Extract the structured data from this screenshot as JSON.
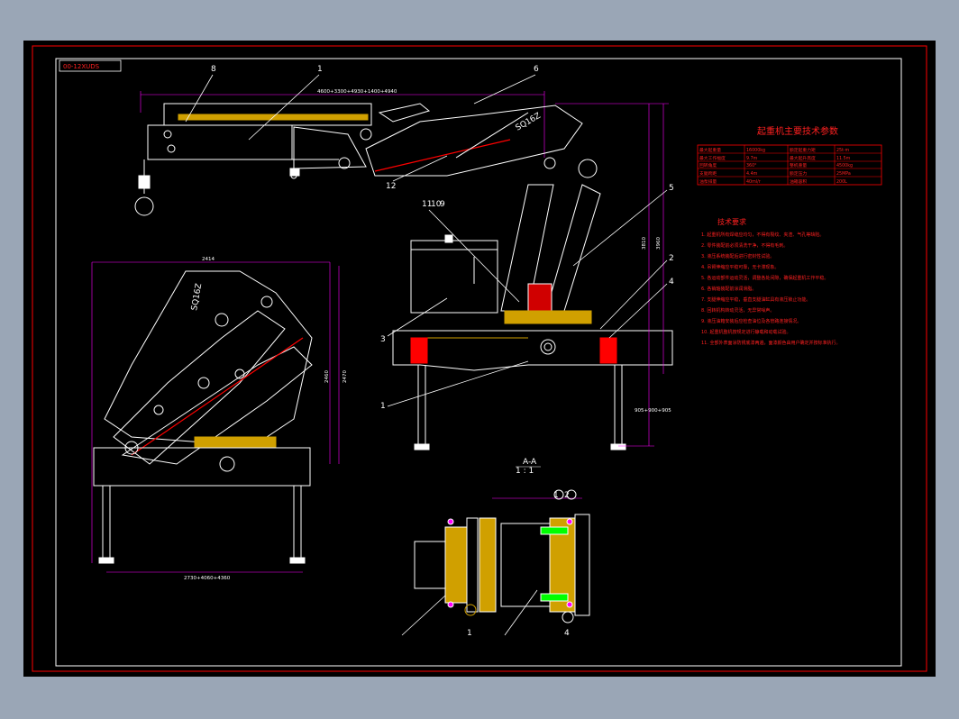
{
  "drawing": {
    "code_box": "00-12XUDS",
    "model_text_1": "SQ16Z",
    "model_text_2": "SQ16Z",
    "part_numbers": [
      "8",
      "1",
      "6",
      "12",
      "5",
      "2",
      "4",
      "1",
      "3",
      "11",
      "10",
      "9"
    ],
    "dims": {
      "top_span": "4600+3300+4930+1400+4940",
      "left_width": "2414",
      "left_base": "2730+4060+4360",
      "left_height_a": "2460",
      "left_height_b": "2470",
      "right_height_a": "3810",
      "right_height_b": "3960",
      "right_leg": "905+900+905"
    },
    "section": {
      "title": "A-A",
      "subtitle": "1 : 1",
      "labels": [
        "1",
        "2",
        "1",
        "4"
      ]
    }
  },
  "params": {
    "title": "起重机主要技术参数",
    "rows": [
      [
        "最大起重量",
        "16000kg",
        "额定起重力矩",
        "25t·m"
      ],
      [
        "最大工作幅度",
        "9.7m",
        "最大起升高度",
        "11.5m"
      ],
      [
        "回转角度",
        "360°",
        "整机重量",
        "4500kg"
      ],
      [
        "支腿跨距",
        "4.4m",
        "额定压力",
        "25MPa"
      ],
      [
        "油泵排量",
        "40ml/r",
        "油箱容积",
        "200L"
      ]
    ]
  },
  "tech": {
    "title": "技术要求",
    "items": [
      "1. 起重机所有焊缝应均匀，不得有裂纹、夹渣、气孔等缺陷。",
      "2. 零件装配前必须清洗干净，不得有毛刺。",
      "3. 液压系统装配后进行密封性试验。",
      "4. 吊臂伸缩应平稳可靠，无卡滞现象。",
      "5. 各运动部件运动灵活，调整各处间隙，确保起重机工作平稳。",
      "6. 各销轴装配前涂润滑脂。",
      "7. 支腿伸缩应平稳，垂直支腿油缸具有液压锁止功能。",
      "8. 回转机构转动灵活，无异常噪声。",
      "9. 液压油箱安装后应检查油位及各管路连接情况。",
      "10. 起重机整机按规定进行静载和动载试验。",
      "11. 全部外表面涂防锈底漆两遍，面漆颜色由用户确定并按标准执行。"
    ]
  }
}
